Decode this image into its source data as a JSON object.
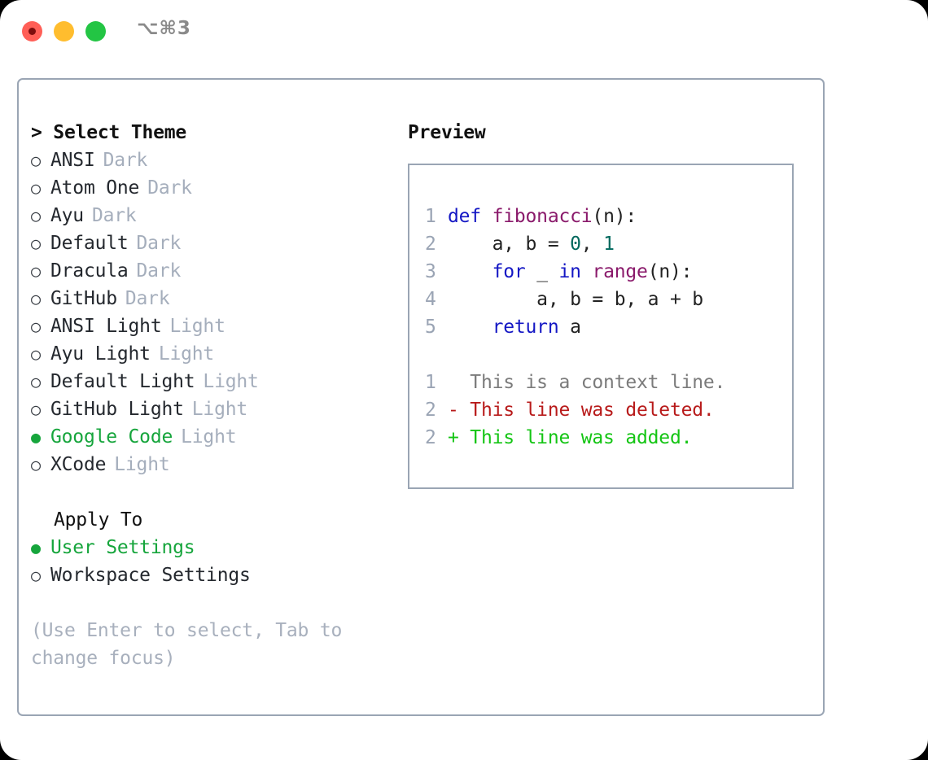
{
  "titlebar": {
    "traffic_lights": [
      {
        "name": "close",
        "color": "#ff5f57"
      },
      {
        "name": "minimize",
        "color": "#ffbd2e"
      },
      {
        "name": "maximize",
        "color": "#23c544"
      }
    ],
    "shortcut": "⌥⌘3"
  },
  "theme_selector": {
    "heading": "> Select Theme",
    "options": [
      {
        "marker": "○",
        "label": "ANSI",
        "suffix": "Dark",
        "selected": false
      },
      {
        "marker": "○",
        "label": "Atom One",
        "suffix": "Dark",
        "selected": false
      },
      {
        "marker": "○",
        "label": "Ayu",
        "suffix": "Dark",
        "selected": false
      },
      {
        "marker": "○",
        "label": "Default",
        "suffix": "Dark",
        "selected": false
      },
      {
        "marker": "○",
        "label": "Dracula",
        "suffix": "Dark",
        "selected": false
      },
      {
        "marker": "○",
        "label": "GitHub",
        "suffix": "Dark",
        "selected": false
      },
      {
        "marker": "○",
        "label": "ANSI Light",
        "suffix": "Light",
        "selected": false
      },
      {
        "marker": "○",
        "label": "Ayu Light",
        "suffix": "Light",
        "selected": false
      },
      {
        "marker": "○",
        "label": "Default Light",
        "suffix": "Light",
        "selected": false
      },
      {
        "marker": "○",
        "label": "GitHub Light",
        "suffix": "Light",
        "selected": false
      },
      {
        "marker": "●",
        "label": "Google Code",
        "suffix": "Light",
        "selected": true
      },
      {
        "marker": "○",
        "label": "XCode",
        "suffix": "Light",
        "selected": false
      }
    ]
  },
  "apply_to": {
    "heading": "Apply To",
    "options": [
      {
        "marker": "●",
        "label": "User Settings",
        "selected": true
      },
      {
        "marker": "○",
        "label": "Workspace Settings",
        "selected": false
      }
    ]
  },
  "hint": "(Use Enter to select, Tab to change focus)",
  "preview": {
    "heading": "Preview",
    "code_lines": [
      {
        "num": "1",
        "tokens": [
          {
            "t": "def ",
            "c": "tok-kw"
          },
          {
            "t": "fibonacci",
            "c": "tok-fn"
          },
          {
            "t": "(n):",
            "c": "tok-plain"
          }
        ]
      },
      {
        "num": "2",
        "tokens": [
          {
            "t": "    a, b = ",
            "c": "tok-plain"
          },
          {
            "t": "0",
            "c": "tok-num"
          },
          {
            "t": ", ",
            "c": "tok-plain"
          },
          {
            "t": "1",
            "c": "tok-num"
          }
        ]
      },
      {
        "num": "3",
        "tokens": [
          {
            "t": "    ",
            "c": "tok-plain"
          },
          {
            "t": "for",
            "c": "tok-kw"
          },
          {
            "t": " _ ",
            "c": "tok-plain"
          },
          {
            "t": "in",
            "c": "tok-kw"
          },
          {
            "t": " ",
            "c": "tok-plain"
          },
          {
            "t": "range",
            "c": "tok-fn"
          },
          {
            "t": "(n):",
            "c": "tok-plain"
          }
        ]
      },
      {
        "num": "4",
        "tokens": [
          {
            "t": "        a, b = b, a + b",
            "c": "tok-plain"
          }
        ]
      },
      {
        "num": "5",
        "tokens": [
          {
            "t": "    ",
            "c": "tok-plain"
          },
          {
            "t": "return",
            "c": "tok-kw"
          },
          {
            "t": " a",
            "c": "tok-plain"
          }
        ]
      }
    ],
    "diff_lines": [
      {
        "num": "1",
        "text": "  This is a context line.",
        "kind": "diff-ctx"
      },
      {
        "num": "2",
        "text": "- This line was deleted.",
        "kind": "diff-del"
      },
      {
        "num": "2",
        "text": "+ This line was added.",
        "kind": "diff-add"
      }
    ]
  }
}
